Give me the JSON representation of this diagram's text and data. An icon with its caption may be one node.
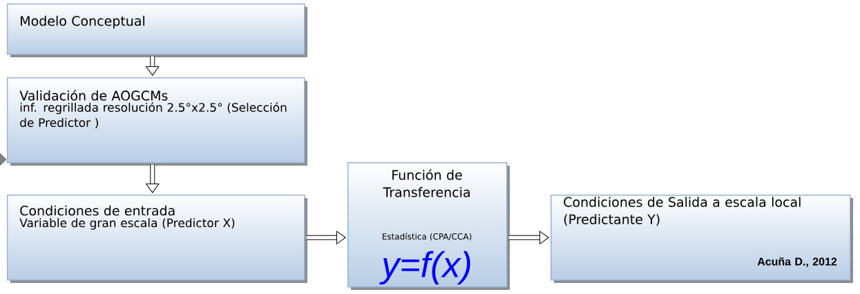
{
  "diagram": {
    "nodes": [
      {
        "text": [
          "Modelo Conceptual"
        ]
      },
      {
        "text": [
          "Validación de AOGCMs",
          "inf. regrillada resolución 2.5°x2.5° (Selección de Predictor )"
        ]
      },
      {
        "text": [
          "Condiciones de entrada",
          "Variable de gran escala (Predictor X)"
        ]
      },
      {
        "text": [
          "Función de Transferencia",
          "Estadística (CPA/CCA)",
          "y=f(x)"
        ]
      },
      {
        "text": [
          "Condiciones de Salida a escala local (Predictante Y)",
          "Acuña D., 2012"
        ]
      }
    ],
    "edges": [
      {
        "from": 0,
        "to": 1,
        "arrow": "to"
      },
      {
        "from": 1,
        "to": 2,
        "arrow": "to"
      },
      {
        "from": 2,
        "to": 3,
        "arrow": "to"
      },
      {
        "from": 3,
        "to": 4,
        "arrow": "to"
      },
      {
        "from": null,
        "to": 1,
        "arrow": "to",
        "color": "#7f7f7f"
      }
    ]
  }
}
